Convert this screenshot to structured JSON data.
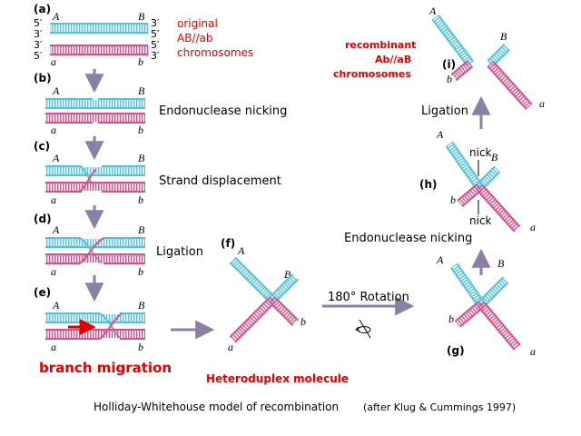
{
  "colors": {
    "blue": "#4fc3e0",
    "pink": "#d8508a",
    "arrow": "#8c7fa6",
    "red_text": "#e00000",
    "black": "#000000"
  },
  "panels": {
    "a": {
      "label": "(a)",
      "allele_top_left": "A",
      "allele_top_right": "B",
      "allele_bottom_left": "a",
      "allele_bottom_right": "b",
      "end_5_top": "5′",
      "end_3_top": "3′",
      "end_3_mid": "3′",
      "end_5_bottom": "5′",
      "end_3_top_r": "3′",
      "end_5_mid_r": "5′",
      "end_5_low_r": "5′",
      "end_3_bottom_r": "3′",
      "caption_lines": [
        "original",
        "AB//ab",
        "chromosomes"
      ]
    },
    "b": {
      "label": "(b)",
      "allele_top_left": "A",
      "allele_top_right": "B",
      "allele_bottom_left": "a",
      "allele_bottom_right": "b",
      "caption": "Endonuclease nicking"
    },
    "c": {
      "label": "(c)",
      "allele_top_left": "A",
      "allele_top_right": "B",
      "allele_bottom_left": "a",
      "allele_bottom_right": "b",
      "caption": "Strand displacement"
    },
    "d": {
      "label": "(d)",
      "allele_top_left": "A",
      "allele_top_right": "B",
      "allele_bottom_left": "a",
      "allele_bottom_right": "b",
      "caption": "Ligation"
    },
    "e": {
      "label": "(e)",
      "allele_top_left": "A",
      "allele_top_right": "B",
      "allele_bottom_left": "a",
      "allele_bottom_right": "b",
      "caption": "branch migration"
    },
    "f": {
      "label": "(f)",
      "allele_A": "A",
      "allele_B": "B",
      "allele_a": "a",
      "allele_b": "b",
      "caption": "Heteroduplex molecule"
    },
    "g": {
      "label": "(g)",
      "allele_A": "A",
      "allele_B": "B",
      "allele_a": "a",
      "allele_b": "b"
    },
    "h": {
      "label": "(h)",
      "allele_A": "A",
      "allele_B": "B",
      "allele_a": "a",
      "allele_b": "b",
      "nick_top": "nick",
      "nick_bottom": "nick"
    },
    "i": {
      "label": "(i)",
      "allele_A": "A",
      "allele_B": "B",
      "allele_a": "a",
      "allele_b": "b",
      "caption_lines": [
        "recombinant",
        "Ab//aB",
        "chromosomes"
      ]
    }
  },
  "steps": {
    "rotation": "180° Rotation",
    "nicking_right": "Endonuclease nicking",
    "ligation_right": "Ligation"
  },
  "footer": {
    "title": "Holliday-Whitehouse model of recombination",
    "credit": "(after Klug & Cummings 1997)"
  }
}
